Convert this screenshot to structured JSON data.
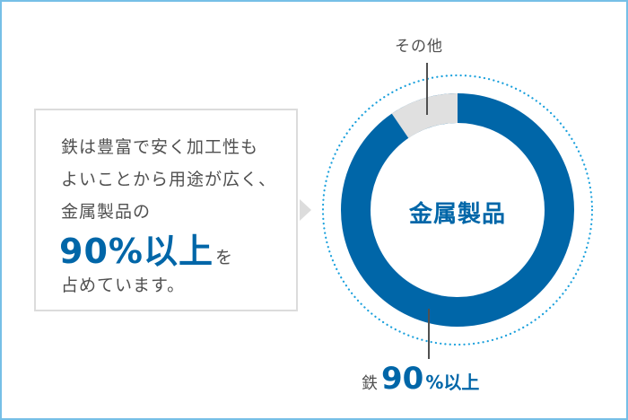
{
  "text_box": {
    "lines": [
      "鉄は豊富で安く加工性も",
      "よいことから用途が広く、",
      "金属製品の"
    ],
    "highlight": "90%以上",
    "highlight_suffix": "を",
    "last_line": "占めています。"
  },
  "colors": {
    "frame_border": "#76bfe7",
    "iron_segment": "#0066a8",
    "other_segment": "#e0e0e0",
    "dotted_ring": "#1aa0dc",
    "text": "#505050",
    "accent_text": "#0066a8",
    "box_border": "#dcdcdc"
  },
  "chart_data": {
    "type": "pie",
    "title": "金属製品",
    "categories": [
      "鉄",
      "その他"
    ],
    "values": [
      90,
      10
    ],
    "labels": {
      "iron_name": "鉄",
      "iron_value": "90",
      "iron_suffix": "%以上",
      "other": "その他"
    },
    "donut": true,
    "center_label": "金属製品"
  }
}
